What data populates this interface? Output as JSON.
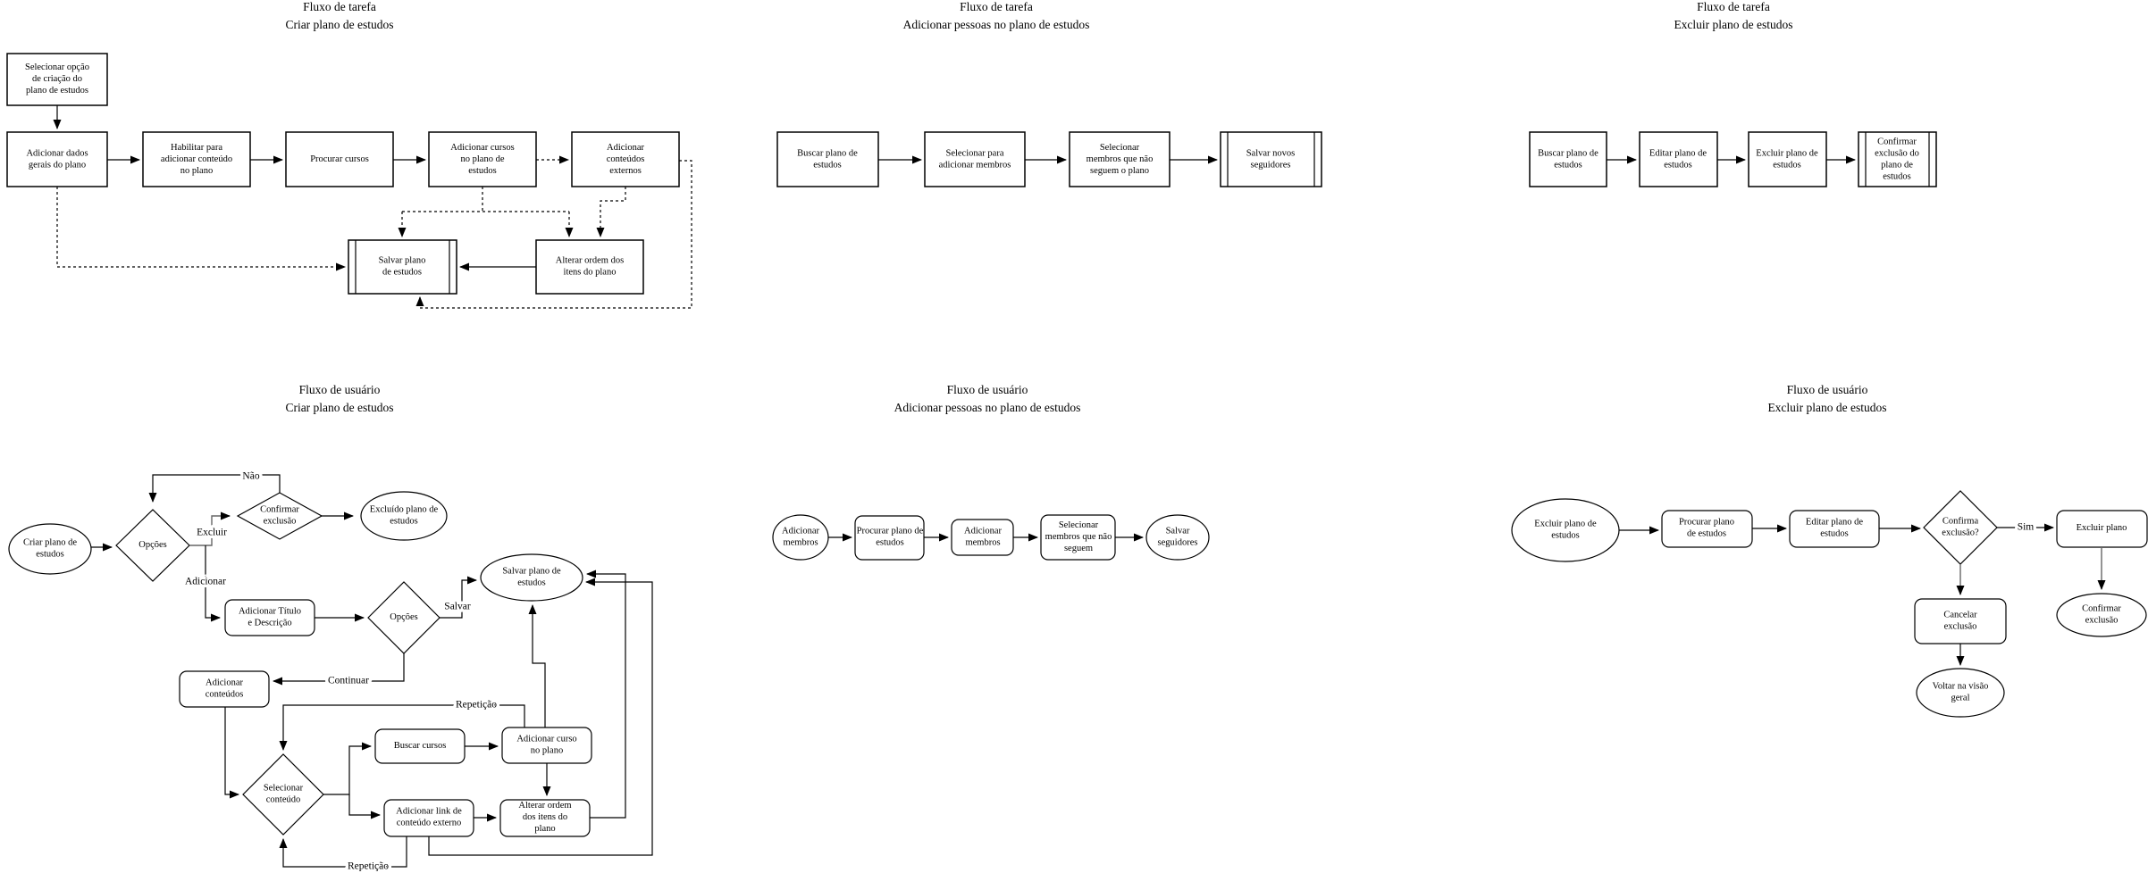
{
  "colors": {
    "stroke": "#000000",
    "gray_edge": "#666666",
    "background": "#ffffff"
  },
  "flows": {
    "f1": {
      "title": [
        "Fluxo de tarefa",
        "Criar plano de estudos"
      ],
      "nodes": {
        "selecionar_opcao": [
          "Selecionar opção",
          "de criação do",
          "plano de estudos"
        ],
        "adicionar_dados": [
          "Adicionar dados",
          "gerais do plano"
        ],
        "habilitar": [
          "Habilitar para",
          "adicionar conteúdo",
          "no plano"
        ],
        "procurar_cursos": [
          "Procurar cursos"
        ],
        "adicionar_cursos": [
          "Adicionar cursos",
          "no plano de",
          "estudos"
        ],
        "conteudos_externos": [
          "Adicionar",
          "conteúdos",
          "externos"
        ],
        "salvar_plano": [
          "Salvar plano",
          "de estudos"
        ],
        "alterar_ordem": [
          "Alterar ordem dos",
          "itens do plano"
        ]
      }
    },
    "f2": {
      "title": [
        "Fluxo de tarefa",
        "Adicionar pessoas no plano de estudos"
      ],
      "nodes": {
        "buscar_plano": [
          "Buscar plano de",
          "estudos"
        ],
        "selecionar_para": [
          "Selecionar para",
          "adicionar membros"
        ],
        "membros_nao_seguem": [
          "Selecionar",
          "membros que não",
          "seguem o plano"
        ],
        "salvar_novos": [
          "Salvar novos",
          "seguidores"
        ]
      }
    },
    "f3": {
      "title": [
        "Fluxo de tarefa",
        "Excluir plano de estudos"
      ],
      "nodes": {
        "buscar_plano": [
          "Buscar plano de",
          "estudos"
        ],
        "editar_plano": [
          "Editar plano de",
          "estudos"
        ],
        "excluir_plano": [
          "Excluir plano de",
          "estudos"
        ],
        "confirmar_exclusao": [
          "Confirmar",
          "exclusão do",
          "plano de",
          "estudos"
        ]
      }
    },
    "f4": {
      "title": [
        "Fluxo de usuário",
        "Criar plano de estudos"
      ],
      "nodes": {
        "criar_plano": [
          "Criar plano de",
          "estudos"
        ],
        "opcoes1": [
          "Opções"
        ],
        "confirmar_exclusao": [
          "Confirmar",
          "exclusão"
        ],
        "excluido_plano": [
          "Excluído plano de",
          "estudos"
        ],
        "titulo_descricao": [
          "Adicionar Título",
          "e Descrição"
        ],
        "opcoes2": [
          "Opções"
        ],
        "salvar_plano": [
          "Salvar plano de",
          "estudos"
        ],
        "adicionar_conteudos": [
          "Adicionar",
          "conteúdos"
        ],
        "selecionar_conteudo": [
          "Selecionar",
          "conteúdo"
        ],
        "buscar_cursos": [
          "Buscar cursos"
        ],
        "curso_no_plano": [
          "Adicionar curso",
          "no plano"
        ],
        "link_externo": [
          "Adicionar link de",
          "conteúdo externo"
        ],
        "alterar_ordem": [
          "Alterar ordem",
          "dos itens do",
          "plano"
        ]
      },
      "labels": {
        "nao": "Não",
        "excluir": "Excluir",
        "adicionar": "Adicionar",
        "salvar": "Salvar",
        "continuar": "Continuar",
        "repeticao_top": "Repetição",
        "repeticao_bottom": "Repetição"
      }
    },
    "f5": {
      "title": [
        "Fluxo de usuário",
        "Adicionar pessoas no plano de estudos"
      ],
      "nodes": {
        "adicionar_membros_inicio": [
          "Adicionar",
          "membros"
        ],
        "procurar_plano": [
          "Procurar plano de",
          "estudos"
        ],
        "adicionar_membros": [
          "Adicionar",
          "membros"
        ],
        "membros_nao_seguem": [
          "Selecionar",
          "membros que não",
          "seguem"
        ],
        "salvar_seguidores": [
          "Salvar",
          "seguidores"
        ]
      }
    },
    "f6": {
      "title": [
        "Fluxo de usuário",
        "Excluir plano de estudos"
      ],
      "nodes": {
        "excluir_inicio": [
          "Excluir plano de",
          "estudos"
        ],
        "procurar_plano": [
          "Procurar plano",
          "de estudos"
        ],
        "editar_plano": [
          "Editar plano de",
          "estudos"
        ],
        "confirma_exclusao": [
          "Confirma",
          "exclusão?"
        ],
        "excluir_plano": [
          "Excluir plano"
        ],
        "cancelar_exclusao": [
          "Cancelar",
          "exclusão"
        ],
        "voltar_visao": [
          "Voltar na visão",
          "geral"
        ],
        "confirmar_exclusao": [
          "Confirmar",
          "exclusão"
        ]
      },
      "labels": {
        "sim": "Sim"
      }
    }
  }
}
